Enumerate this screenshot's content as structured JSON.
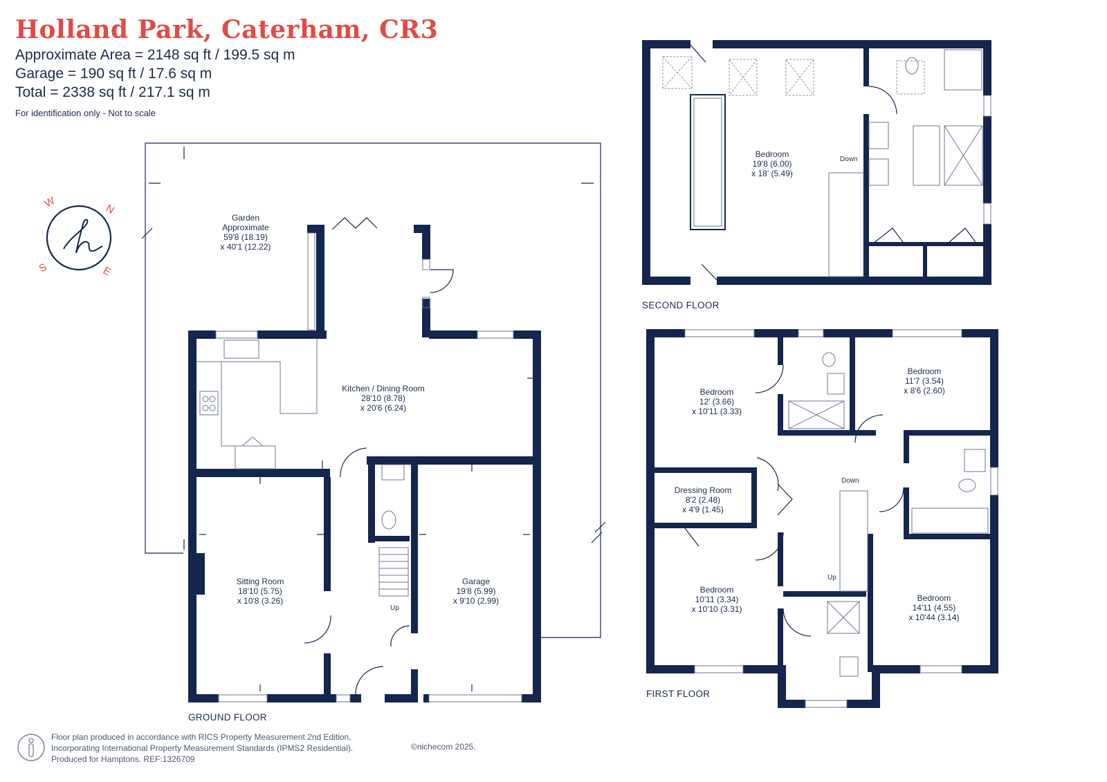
{
  "header": {
    "title": "Holland Park, Caterham, CR3",
    "area_lines": [
      "Approximate Area = 2148 sq ft / 199.5 sq m",
      "Garage = 190 sq ft / 17.6 sq m",
      "Total = 2338 sq ft / 217.1 sq m"
    ],
    "note": "For identification only - Not to scale"
  },
  "compass": {
    "n": "N",
    "s": "S",
    "e": "E",
    "w": "W",
    "logo": "h"
  },
  "floors": {
    "ground": "GROUND FLOOR",
    "first": "FIRST FLOOR",
    "second": "SECOND FLOOR"
  },
  "rooms": {
    "garden": {
      "name": "Garden",
      "sub": "Approximate",
      "dim1": "59'8 (18.19)",
      "dim2": "x 40'1 (12.22)"
    },
    "kitchen": {
      "name": "Kitchen / Dining Room",
      "dim1": "28'10 (8.78)",
      "dim2": "x 20'6 (6.24)"
    },
    "sitting": {
      "name": "Sitting Room",
      "dim1": "18'10 (5.75)",
      "dim2": "x 10'8 (3.26)"
    },
    "garage": {
      "name": "Garage",
      "dim1": "19'8 (5.99)",
      "dim2": "x 9'10 (2.99)"
    },
    "second_bed": {
      "name": "Bedroom",
      "dim1": "19'8 (6.00)",
      "dim2": "x 18' (5.49)"
    },
    "first_bed1": {
      "name": "Bedroom",
      "dim1": "12' (3.66)",
      "dim2": "x 10'11 (3.33)"
    },
    "first_bed2": {
      "name": "Bedroom",
      "dim1": "11'7 (3.54)",
      "dim2": "x 8'6 (2.60)"
    },
    "dressing": {
      "name": "Dressing Room",
      "dim1": "8'2 (2.48)",
      "dim2": "x 4'9 (1.45)"
    },
    "first_bed3": {
      "name": "Bedroom",
      "dim1": "10'11 (3.34)",
      "dim2": "x 10'10 (3.31)"
    },
    "first_bed4": {
      "name": "Bedroom",
      "dim1": "14'11 (4.55)",
      "dim2": "x 10'44 (3.14)"
    }
  },
  "stairs": {
    "ground_up": "Up",
    "first_down": "Down",
    "first_up": "Up",
    "second_down": "Down"
  },
  "footer": {
    "lines": [
      "Floor plan produced in accordance with RICS Property Measurement 2nd Edition,",
      "Incorporating International Property Measurement Standards (IPMS2 Residential).",
      "Produced for Hamptons.  REF:1326709"
    ],
    "brand": "©nichecom 2025."
  },
  "colors": {
    "accent": "#e04b45",
    "walls": "#14264d",
    "text": "#1b2a4a"
  }
}
